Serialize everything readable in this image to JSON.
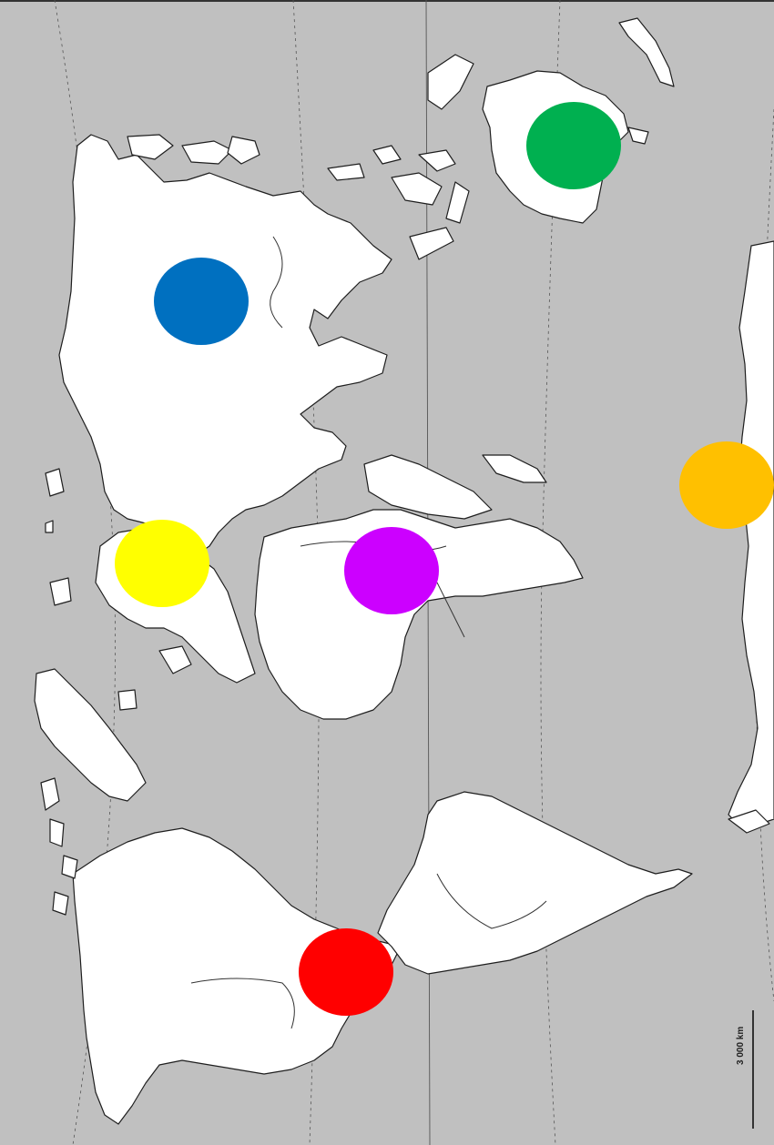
{
  "map": {
    "scale_label": "3 000 km",
    "colors": {
      "ocean": "#c0c0c0",
      "land": "#ffffff",
      "border": "#1e1e1e"
    },
    "markers": [
      {
        "name": "marker-blue",
        "color": "#0070c0"
      },
      {
        "name": "marker-green",
        "color": "#00b050"
      },
      {
        "name": "marker-yellow",
        "color": "#ffff00"
      },
      {
        "name": "marker-purple",
        "color": "#cc00ff"
      },
      {
        "name": "marker-orange",
        "color": "#ffc000"
      },
      {
        "name": "marker-red",
        "color": "#ff0000"
      }
    ]
  }
}
